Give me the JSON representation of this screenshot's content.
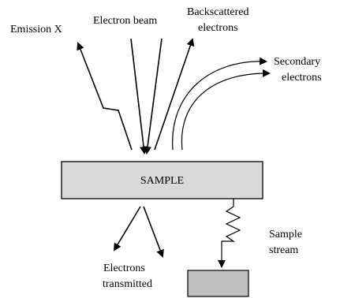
{
  "labels": {
    "emission_x": "Emission X",
    "electron_beam": "Electron beam",
    "backscattered_line1": "Backscattered",
    "backscattered_line2": "electrons",
    "secondary_line1": "Secondary",
    "secondary_line2": "electrons",
    "sample": "SAMPLE",
    "transmitted_line1": "Electrons",
    "transmitted_line2": "transmitted",
    "stream_line1": "Sample",
    "stream_line2": "stream"
  },
  "colors": {
    "sample_fill": "#d9d9d9",
    "detector_fill": "#bfbfbf",
    "stroke": "#000000"
  }
}
